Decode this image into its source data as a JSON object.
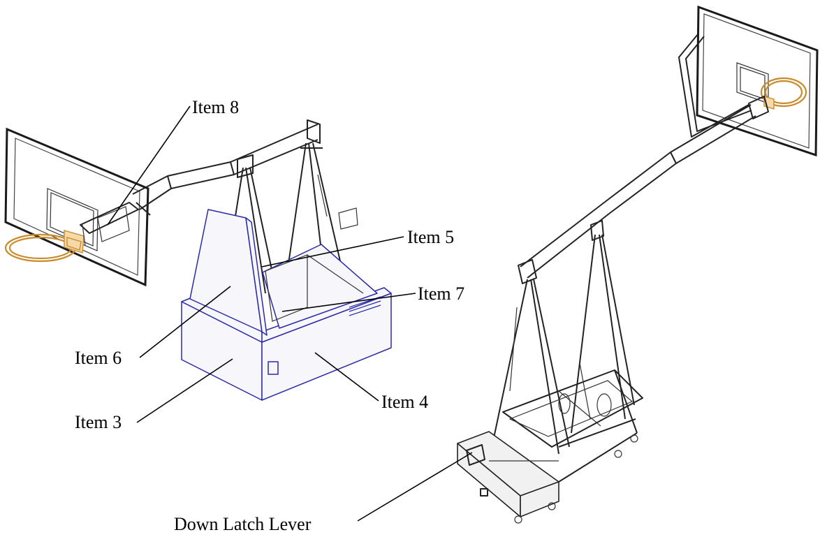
{
  "labels": {
    "item8": "Item 8",
    "item5": "Item 5",
    "item7": "Item 7",
    "item6": "Item 6",
    "item3": "Item 3",
    "item4": "Item 4",
    "down_latch_lever": "Down Latch Lever"
  },
  "colors": {
    "ballast_outline": "#2a2aa8",
    "rim": "#c98a2a",
    "frame": "#222222"
  }
}
